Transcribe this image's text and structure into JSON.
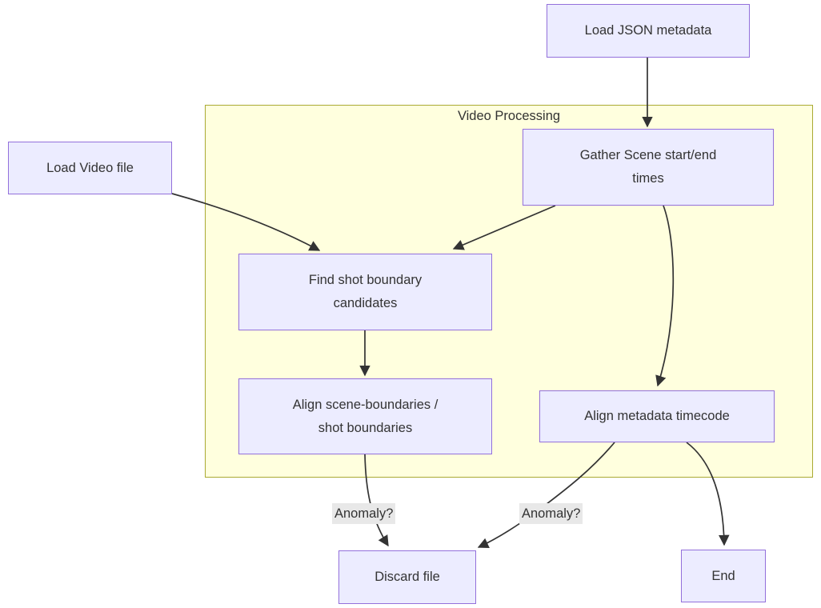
{
  "diagram_type": "flowchart",
  "subgraph": {
    "label": "Video Processing"
  },
  "nodes": {
    "load_json": {
      "label": "Load JSON metadata"
    },
    "load_video": {
      "label": "Load Video file"
    },
    "gather_scene": {
      "label": "Gather Scene start/end\ntimes"
    },
    "find_shot": {
      "label": "Find shot boundary\ncandidates"
    },
    "align_scene": {
      "label": "Align scene-boundaries /\nshot boundaries"
    },
    "align_meta": {
      "label": "Align metadata timecode"
    },
    "discard_file": {
      "label": "Discard file"
    },
    "end": {
      "label": "End"
    }
  },
  "edges": [
    {
      "from": "load_json",
      "to": "gather_scene",
      "label": ""
    },
    {
      "from": "load_video",
      "to": "find_shot",
      "label": ""
    },
    {
      "from": "gather_scene",
      "to": "find_shot",
      "label": ""
    },
    {
      "from": "gather_scene",
      "to": "align_meta",
      "label": ""
    },
    {
      "from": "find_shot",
      "to": "align_scene",
      "label": ""
    },
    {
      "from": "align_scene",
      "to": "discard_file",
      "label": "Anomaly?"
    },
    {
      "from": "align_meta",
      "to": "discard_file",
      "label": "Anomaly?"
    },
    {
      "from": "align_meta",
      "to": "end",
      "label": ""
    }
  ],
  "colors": {
    "node_fill": "#ececff",
    "node_border": "#9370db",
    "subgraph_fill": "#ffffde",
    "subgraph_border": "#aaaa33",
    "edge_stroke": "#333333",
    "edge_label_bg": "#e8e8e8",
    "text": "#333333",
    "background": "#ffffff"
  }
}
